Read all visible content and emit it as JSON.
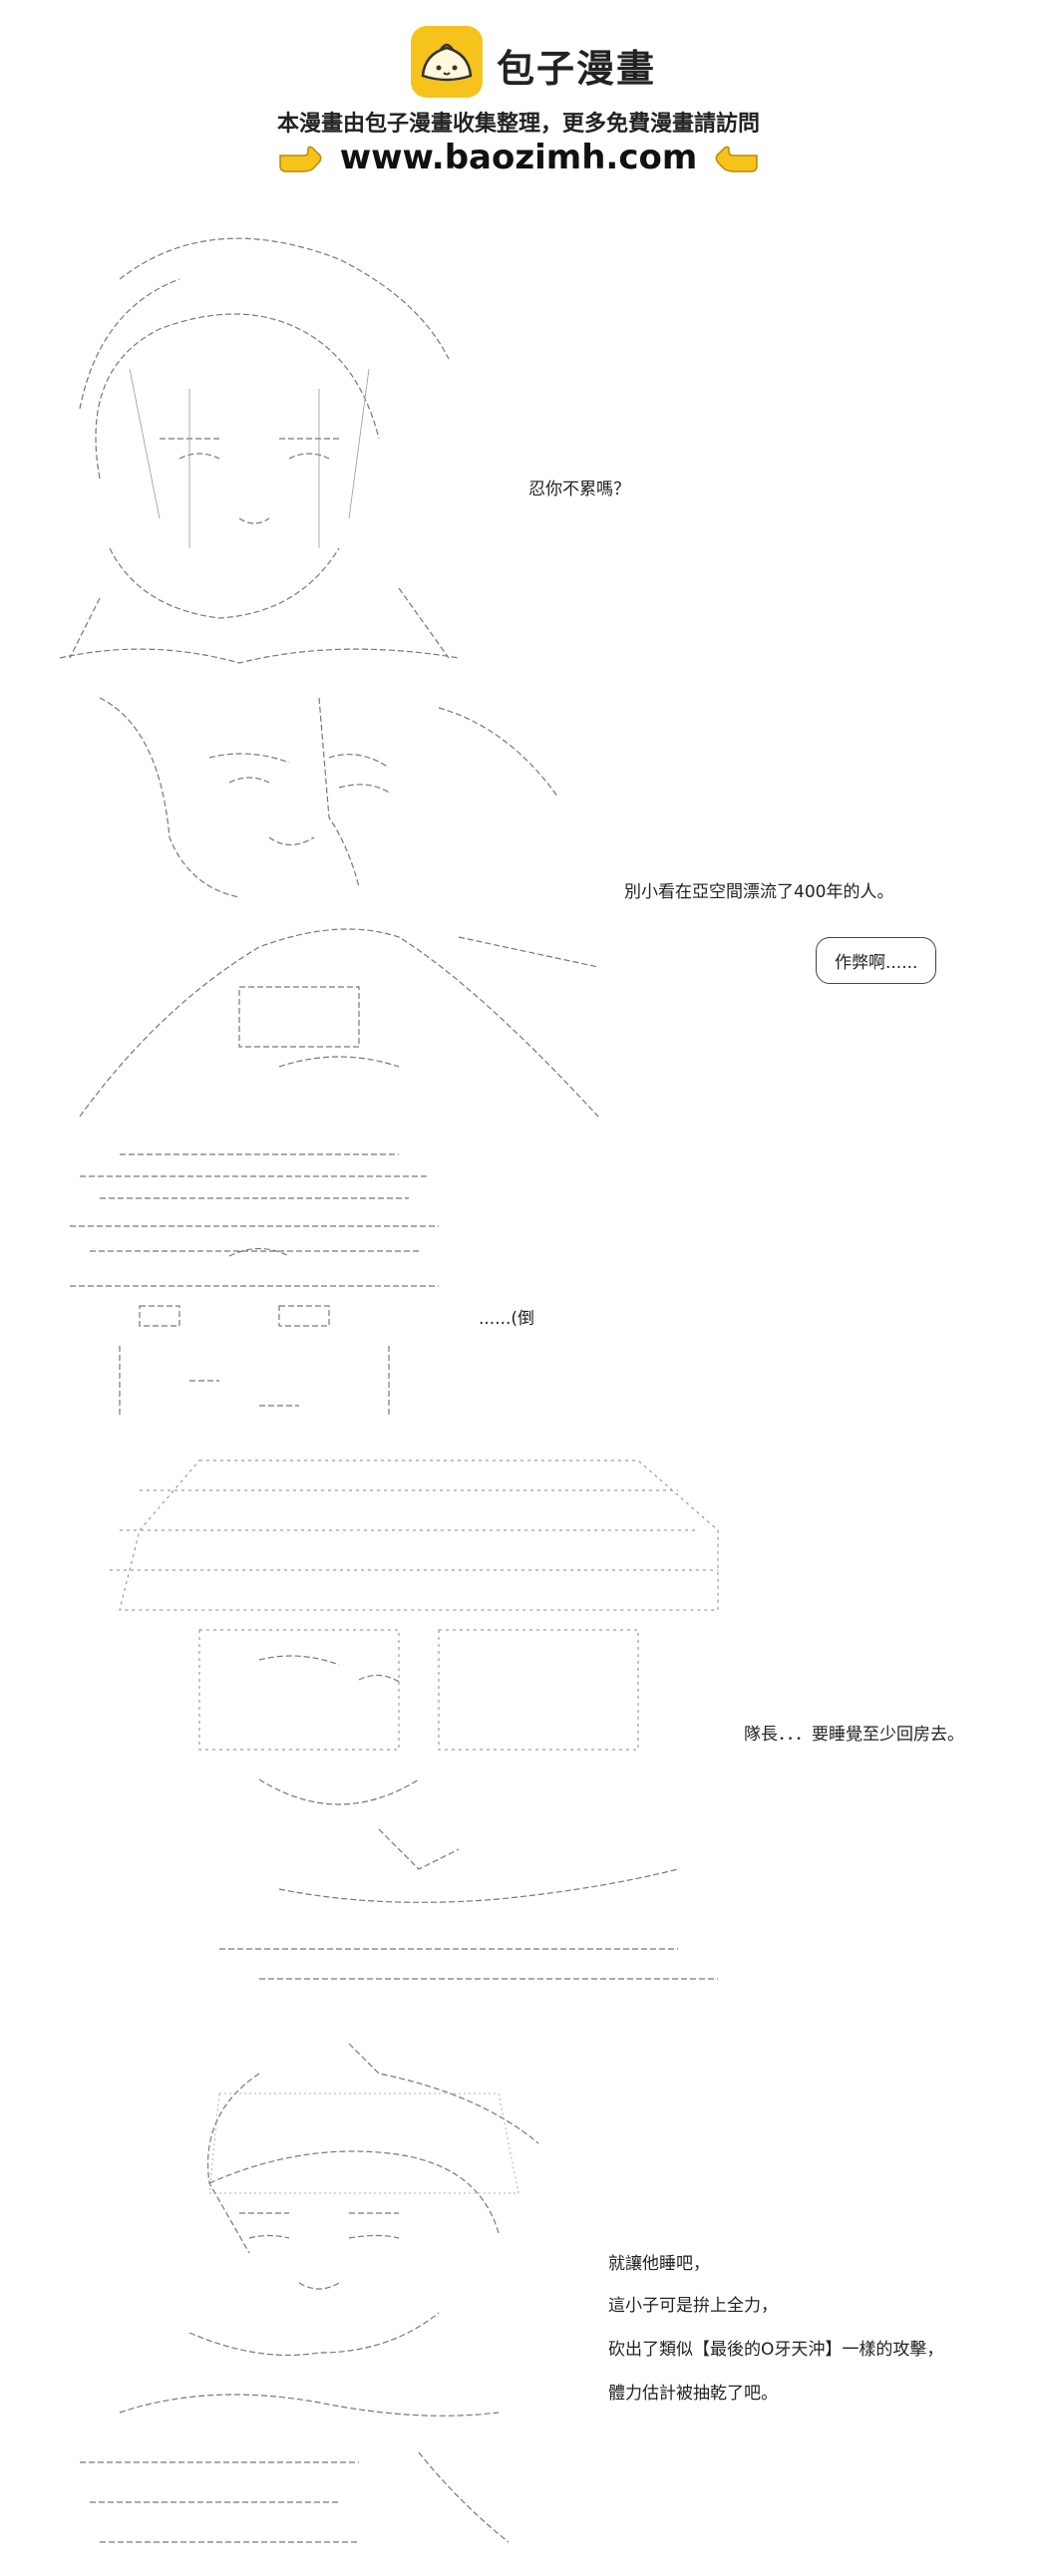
{
  "header": {
    "brand": "包子漫畫",
    "tagline": "本漫畫由包子漫畫收集整理，更多免費漫畫請訪問",
    "url": "www.baozimh.com",
    "logo_icon": "bun-face-icon",
    "hand_icon": "pointing-hand-icon",
    "accent": "#f6c31c"
  },
  "panels": [
    {
      "dialogue": [
        "忍你不累嗎？"
      ]
    },
    {
      "dialogue": [
        "別小看在亞空間漂流了400年的人。"
      ],
      "bubble": "作弊啊......"
    },
    {
      "dialogue": [
        "......(倒"
      ]
    },
    {
      "dialogue": [
        "隊長．．．要睡覺至少回房去。"
      ]
    },
    {
      "dialogue": [
        "就讓他睡吧，",
        "這小子可是拚上全力，",
        "砍出了類似【最後的Ο牙天沖】一樣的攻擊，",
        "體力估計被抽乾了吧。"
      ]
    }
  ]
}
